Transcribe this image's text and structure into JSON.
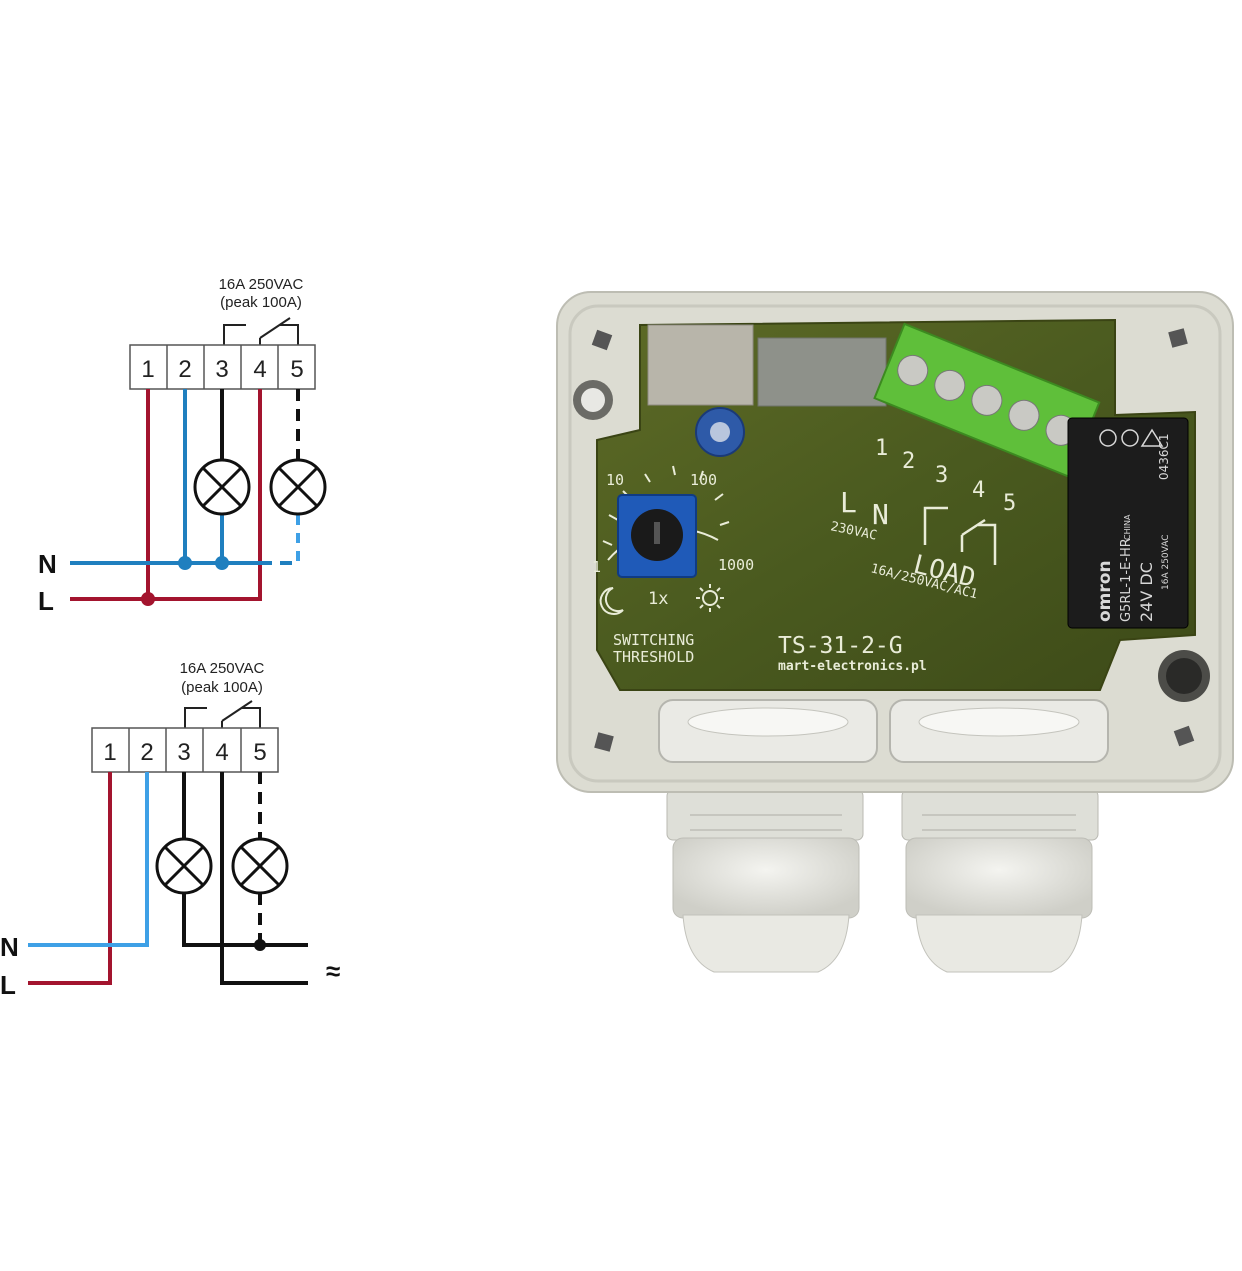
{
  "colors": {
    "neutral": "#1f7fbf",
    "neutral_light": "#3ea0e6",
    "live": "#a3142e",
    "black": "#111111",
    "pcb_green": "#4c5a20",
    "terminal_green": "#5fbf3a",
    "enclosure": "#dcdcd2"
  },
  "diagram_top": {
    "rating": "16A 250VAC",
    "peak": "(peak 100A)",
    "terminals": [
      "1",
      "2",
      "3",
      "4",
      "5"
    ],
    "n_label": "N",
    "l_label": "L"
  },
  "diagram_bottom": {
    "rating": "16A 250VAC",
    "peak": "(peak 100A)",
    "terminals": [
      "1",
      "2",
      "3",
      "4",
      "5"
    ],
    "n_label": "N",
    "l_label": "L",
    "ac_symbol": "≈"
  },
  "device": {
    "pot_ticks": [
      "10",
      "100",
      "1",
      "1000"
    ],
    "multiplier": "1x",
    "threshold_line1": "SWITCHING",
    "threshold_line2": "THRESHOLD",
    "model": "TS-31-2-G",
    "website": "mart-electronics.pl",
    "pcb_terminals": [
      "1",
      "2",
      "3",
      "4",
      "5"
    ],
    "label_l": "L",
    "label_n": "N",
    "label_voltage": "230VAC",
    "label_load": "LOAD",
    "label_load_rating": "16A/250VAC/AC1",
    "relay_brand": "omron",
    "relay_model": "G5RL-1-E-HR",
    "relay_coil": "24V DC",
    "relay_rating": "16A 250VAC",
    "relay_code": "0436C1",
    "relay_origin": "CHINA"
  }
}
